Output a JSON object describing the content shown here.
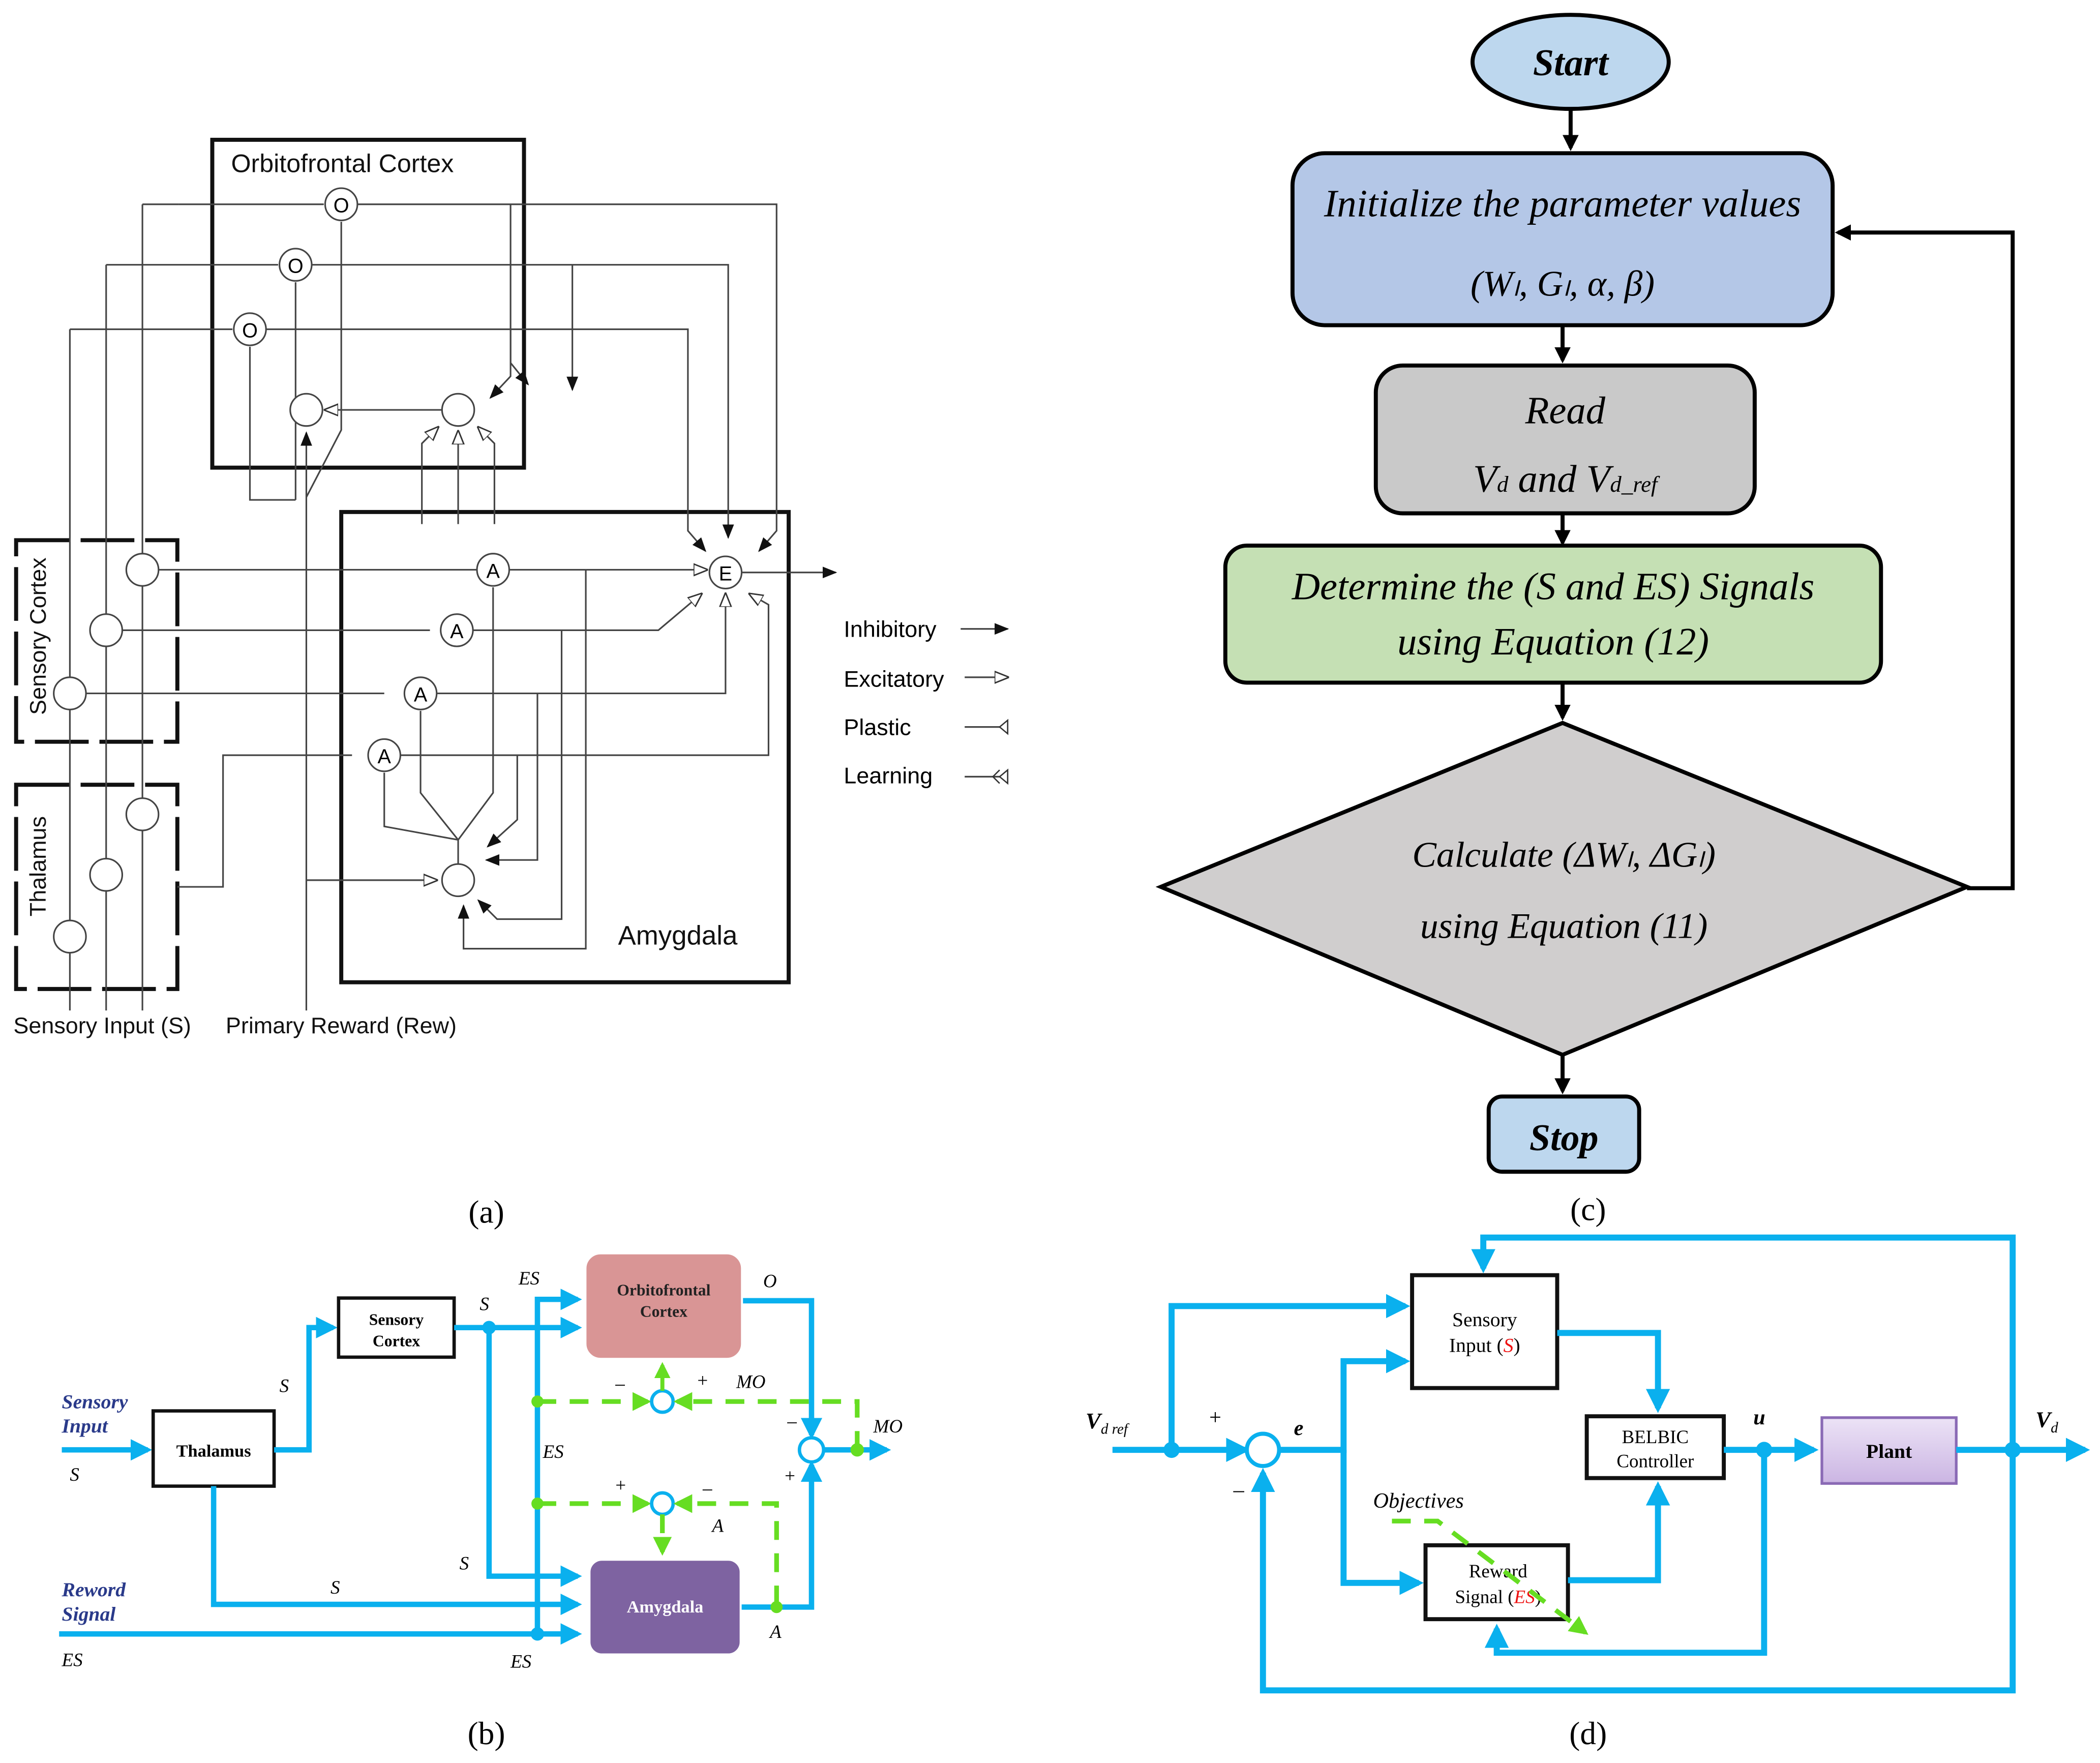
{
  "panel_a": {
    "caption": "(a)",
    "regions": {
      "orbitofrontal": "Orbitofrontal Cortex",
      "sensory_cortex": "Sensory Cortex",
      "thalamus": "Thalamus",
      "amygdala": "Amygdala"
    },
    "node_labels": {
      "o": "O",
      "a": "A",
      "e": "E"
    },
    "inputs": {
      "sensory": "Sensory Input (S)",
      "reward": "Primary Reward (Rew)"
    },
    "legend": [
      {
        "label": "Inhibitory",
        "symbol": "filled-arrow"
      },
      {
        "label": "Excitatory",
        "symbol": "hollow-arrow"
      },
      {
        "label": "Plastic",
        "symbol": "plastic-tick"
      },
      {
        "label": "Learning",
        "symbol": "learning-double-tick"
      }
    ]
  },
  "panel_b": {
    "caption": "(b)",
    "blocks": {
      "thalamus": "Thalamus",
      "sensory_cortex_1": "Sensory",
      "sensory_cortex_2": "Cortex",
      "ofc_1": "Orbitofrontal",
      "ofc_2": "Cortex",
      "amygdala": "Amygdala"
    },
    "inputs": {
      "sensory_1": "Sensory",
      "sensory_2": "Input",
      "reward_1": "Reword",
      "reward_2": "Signal"
    },
    "signals": {
      "s": "S",
      "es": "ES",
      "o": "O",
      "mo": "MO",
      "a": "A",
      "plus": "+",
      "minus": "–"
    },
    "colors": {
      "signal_line": "#0ab0ee",
      "learning_line": "#66dd22",
      "ofc_block": "#d99595",
      "amygdala_block": "#7e63a1",
      "input_label": "#2a3a8a"
    }
  },
  "panel_c": {
    "caption": "(c)",
    "start": "Start",
    "init_line1": "Initialize the parameter values",
    "init_line2": "(Wₗ, Gₗ, α, β)",
    "read_line1": "Read",
    "read_line2_v": "V",
    "read_line2_d": "d",
    "read_line2_and": " and V",
    "read_line2_dref": "d_ref",
    "determine_line1": "Determine the (S and ES) Signals",
    "determine_line2": "using Equation (12)",
    "calc_line1": "Calculate (ΔWₗ, ΔGₗ)",
    "calc_line2": "using Equation (11)",
    "stop": "Stop",
    "colors": {
      "start_stop": "#bdd7ee",
      "init": "#b4c7e7",
      "read": "#c9c9c9",
      "determine": "#c5e0b4",
      "calculate": "#d0cece"
    }
  },
  "panel_d": {
    "caption": "(d)",
    "blocks": {
      "sensory_1": "Sensory",
      "sensory_2": "Input (",
      "sensory_s": "S",
      "sensory_close": ")",
      "reward_1": "Reward",
      "reward_2": "Signal (",
      "reward_es": "ES",
      "reward_close": ")",
      "belbic_1": "BELBIC",
      "belbic_2": "Controller",
      "plant": "Plant"
    },
    "signals": {
      "vref_v": "V",
      "vref_sub": "d ref",
      "plus": "+",
      "minus": "–",
      "e": "e",
      "u": "u",
      "vd_v": "V",
      "vd_sub": "d",
      "objectives": "Objectives"
    },
    "colors": {
      "signal_line": "#0ab0ee",
      "objective_line": "#66dd22",
      "highlight_text": "#ee1111",
      "plant_fill": "#d9c8ec"
    }
  }
}
